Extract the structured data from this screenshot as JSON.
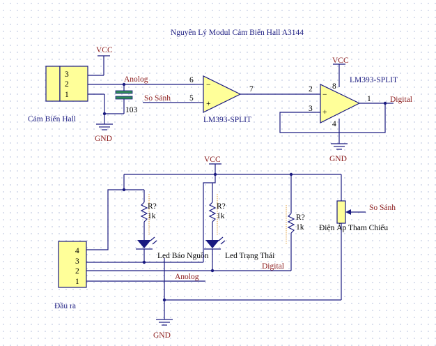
{
  "title": "Nguyên Lý Modul Cảm Biến Hall A3144",
  "labels": {
    "vcc": "VCC",
    "gnd": "GND",
    "anolog": "Anolog",
    "so_sanh": "So Sánh",
    "digital": "Digital"
  },
  "hall": {
    "label": "Cảm Biến Hall",
    "pins": [
      "3",
      "2",
      "1"
    ]
  },
  "cap": {
    "value": "103"
  },
  "opamp1": {
    "label": "LM393-SPLIT",
    "pin_minus": "6",
    "pin_plus": "5",
    "pin_out": "7"
  },
  "opamp2": {
    "label": "LM393-SPLIT",
    "pin_minus": "2",
    "pin_plus": "3",
    "pin_out": "1",
    "pin_vcc": "8",
    "pin_gnd": "4"
  },
  "output": {
    "label": "Đầu ra",
    "pins": [
      "4",
      "3",
      "2",
      "1"
    ]
  },
  "resistors": [
    {
      "designator": "R?",
      "value": "1k"
    },
    {
      "designator": "R?",
      "value": "1k"
    },
    {
      "designator": "R?",
      "value": "1k"
    }
  ],
  "leds": [
    {
      "label": "Led Báo Nguồn"
    },
    {
      "label": "Led Trạng Thái"
    }
  ],
  "pot": {
    "label": "Điện Áp Tham Chiếu"
  }
}
